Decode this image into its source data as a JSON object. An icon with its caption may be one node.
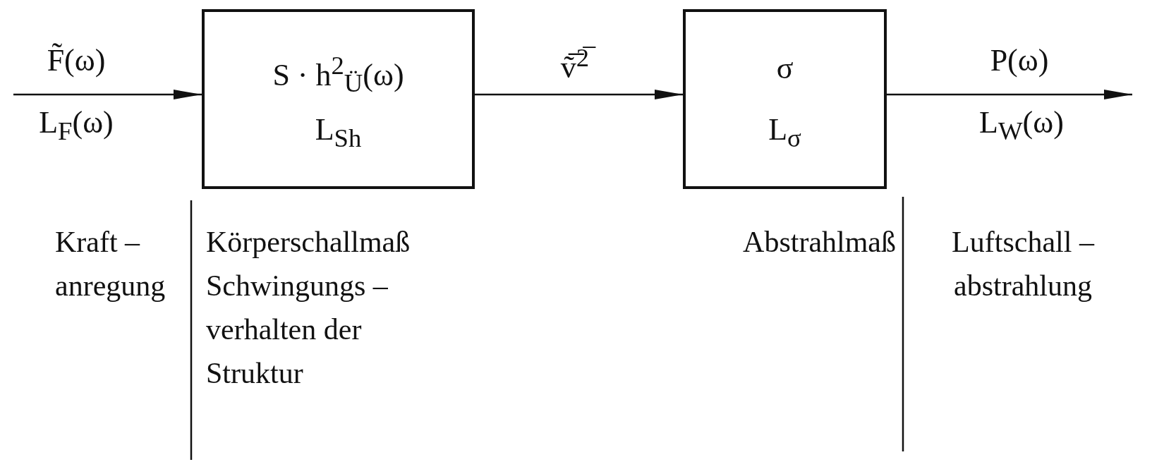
{
  "diagram": {
    "nodes": [
      {
        "text": [
          "S · h$^{2}$$_{Ü}$(ω)",
          "L$_{Sh}$"
        ]
      },
      {
        "text": [
          "σ",
          "L$_{σ}$"
        ]
      }
    ],
    "edges": [
      {
        "from": null,
        "to": 0,
        "arrow": "to",
        "label": "F̃(ω)"
      },
      {
        "from": 0,
        "to": 1,
        "arrow": "to",
        "label": "ṽ̅$^{2̅}$"
      },
      {
        "from": 1,
        "to": null,
        "arrow": "to",
        "label": "P(ω)"
      }
    ],
    "labels": [
      "L$_{F}$(ω)",
      "L$_{W}$(ω)",
      "Kraft – anregung",
      "Körperschallmaß",
      "Schwingungs – verhalten der Struktur",
      "Abstrahlmaß",
      "Luftschall – abstrahlung"
    ]
  }
}
